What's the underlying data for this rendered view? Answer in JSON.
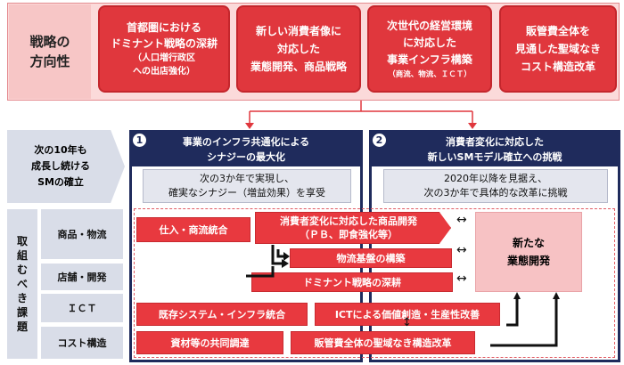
{
  "strategy": {
    "label": "戦略の\n方向性",
    "boxes": [
      {
        "main": "首都圏における\nドミナント戦略の深耕",
        "sub": "（人口増行政区\nへの出店強化）"
      },
      {
        "main": "新しい消費者像に\n対応した\n業態開発、商品戦略",
        "sub": ""
      },
      {
        "main": "次世代の経営環境\nに対応した\n事業インフラ構築",
        "sub": "（商流、物流、ＩＣＴ）"
      },
      {
        "main": "販管費全体を\n見通した聖域なき\nコスト構造改革",
        "sub": ""
      }
    ]
  },
  "left": {
    "sm_label": "次の10年も\n成長し続ける\nSMの確立",
    "tasks_label": "取\n組\nむ\nべ\nき\n課\n題",
    "rows": [
      "商品・物流",
      "店舗・開発",
      "ＩＣＴ",
      "コスト構造"
    ]
  },
  "panel1": {
    "number": "1",
    "title": "事業のインフラ共通化による\nシナジーの最大化",
    "desc": "次の3か年で実現し、\n確実なシナジー（増益効果）を享受"
  },
  "panel2": {
    "number": "2",
    "title": "消費者変化に対応した\n新しいSMモデル確立への挑戦",
    "desc": "2020年以降を見据え、\n次の3か年で具体的な改革に挑戦"
  },
  "items": {
    "shiire": "仕入・商流統合",
    "shohin": "消費者変化に対応した商品開発\n（ＰＢ、即食強化等）",
    "butsuryu": "物流基盤の構築",
    "dominant": "ドミナント戦略の深耕",
    "kizon": "既存システム・インフラ統合",
    "ict": "ICTによる価値創造・生産性改善",
    "shizai": "資材等の共同調達",
    "hankanhi": "販管費全体の聖域なき構造改革",
    "aratana": "新たな\n業態開発"
  },
  "icons": {
    "double_arrow": "↔",
    "updown_arrow": "↕",
    "number_circle": "circle-number-icon"
  },
  "colors": {
    "red": "#e0373d",
    "navy": "#1f2b5c",
    "pink": "#fbdada",
    "grey": "#d9dde8"
  }
}
